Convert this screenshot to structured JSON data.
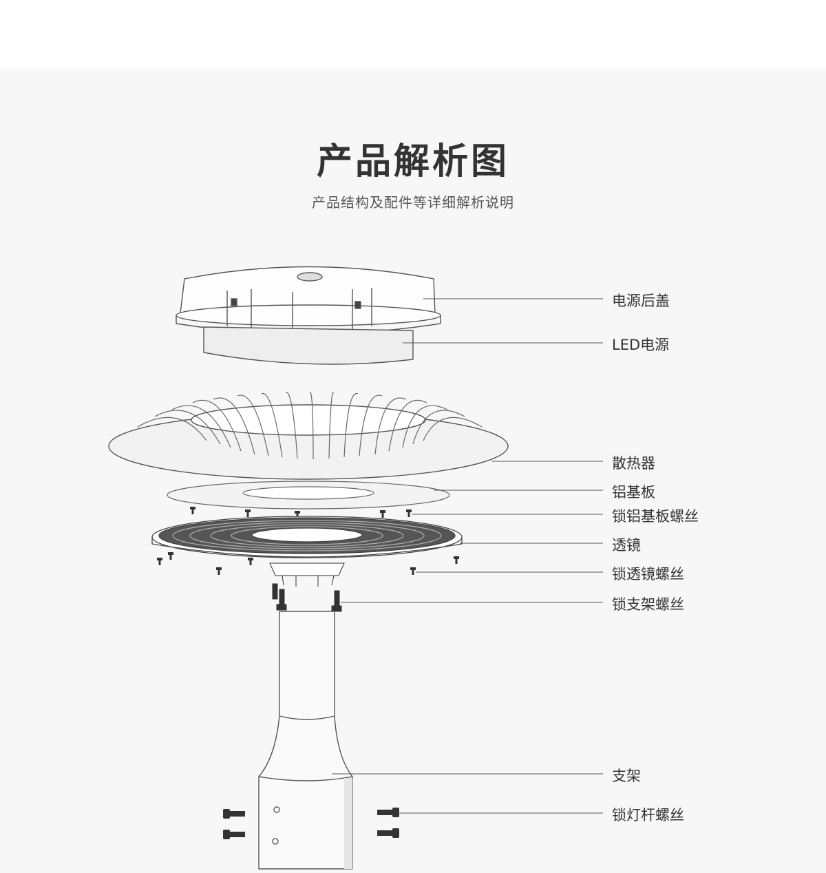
{
  "header": {
    "title": "产品解析图",
    "subtitle": "产品结构及配件等详细解析说明"
  },
  "parts": [
    {
      "id": "power-cover",
      "label": "电源后盖"
    },
    {
      "id": "led-driver",
      "label": "LED电源"
    },
    {
      "id": "heatsink",
      "label": "散热器"
    },
    {
      "id": "aluminum-plate",
      "label": "铝基板"
    },
    {
      "id": "plate-screw",
      "label": "锁铝基板螺丝"
    },
    {
      "id": "lens",
      "label": "透镜"
    },
    {
      "id": "lens-screw",
      "label": "锁透镜螺丝"
    },
    {
      "id": "bracket-screw",
      "label": "锁支架螺丝"
    },
    {
      "id": "bracket",
      "label": "支架"
    },
    {
      "id": "pole-screw",
      "label": "锁灯杆螺丝"
    }
  ],
  "colors": {
    "line": "#555555",
    "title": "#333333",
    "background": "#f7f7f7"
  }
}
